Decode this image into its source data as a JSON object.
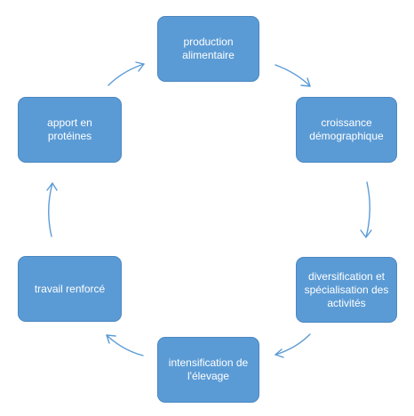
{
  "diagram": {
    "nodes": {
      "production": "production\nalimentaire",
      "croissance": "croissance\ndémographique",
      "diversification": "diversification et\nspécialisation des\nactivités",
      "elevage": "intensification de\nl'élevage",
      "travail": "travail renforcé",
      "proteines": "apport en\nprotéines"
    },
    "colors": {
      "node_fill": "#5b9bd5",
      "arrow": "#5b9bd5",
      "text": "#ffffff"
    }
  }
}
